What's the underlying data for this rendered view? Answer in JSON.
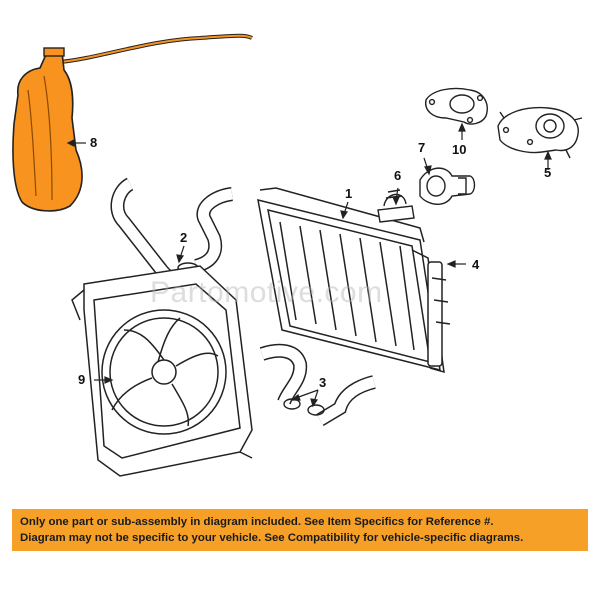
{
  "callouts": {
    "c1": "1",
    "c2": "2",
    "c3": "3",
    "c4": "4",
    "c5": "5",
    "c6": "6",
    "c7": "7",
    "c8": "8",
    "c9": "9",
    "c10": "10"
  },
  "watermark": "Partomotive.com",
  "notice": {
    "line1": "Only one part or sub-assembly in diagram included. See Item Specifics for Reference #.",
    "line2": "Diagram may not be specific to your vehicle. See Compatibility for vehicle-specific diagrams."
  },
  "colors": {
    "highlight_part": "#f7931e",
    "notice_bg": "#f7a028",
    "line_art": "#222222"
  }
}
